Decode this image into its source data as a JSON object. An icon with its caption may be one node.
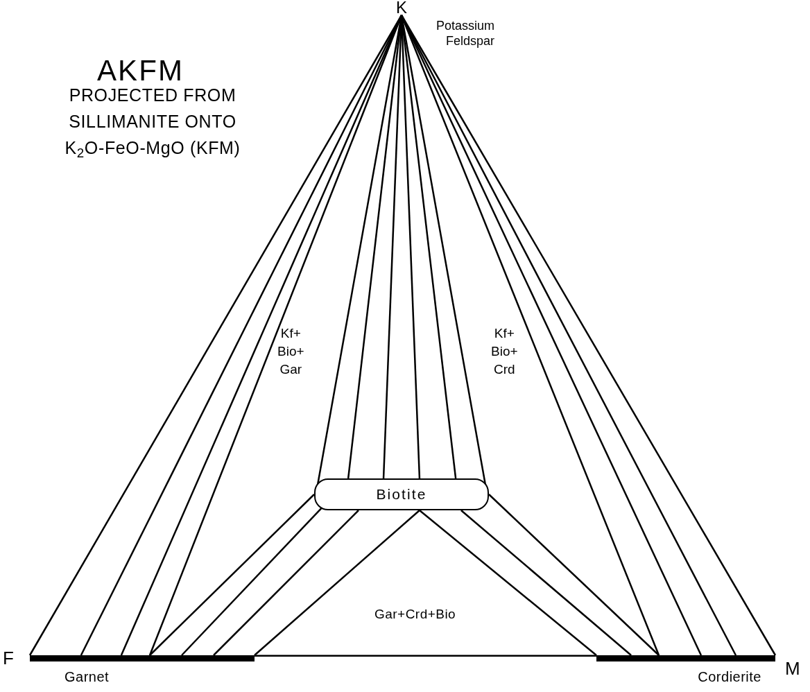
{
  "diagram": {
    "title": "AKFM",
    "nodes": [
      {
        "text": [
          "K"
        ],
        "beside": [
          "Potassium Feldspar"
        ]
      },
      {
        "text": [
          "Biotite"
        ]
      },
      {
        "text": [
          "Garnet"
        ]
      },
      {
        "text": [
          "Cordierite"
        ]
      }
    ],
    "edges": [
      {
        "from": 0,
        "to": 2,
        "arrow": "none"
      },
      {
        "from": 0,
        "to": 2,
        "arrow": "none"
      },
      {
        "from": 0,
        "to": 2,
        "arrow": "none"
      },
      {
        "from": 0,
        "to": 2,
        "arrow": "none"
      },
      {
        "from": 0,
        "to": 1,
        "arrow": "none"
      },
      {
        "from": 0,
        "to": 1,
        "arrow": "none"
      },
      {
        "from": 0,
        "to": 1,
        "arrow": "none"
      },
      {
        "from": 0,
        "to": 1,
        "arrow": "none"
      },
      {
        "from": 0,
        "to": 1,
        "arrow": "none"
      },
      {
        "from": 0,
        "to": 1,
        "arrow": "none"
      },
      {
        "from": 0,
        "to": 3,
        "arrow": "none"
      },
      {
        "from": 0,
        "to": 3,
        "arrow": "none"
      },
      {
        "from": 0,
        "to": 3,
        "arrow": "none"
      },
      {
        "from": 0,
        "to": 3,
        "arrow": "none"
      },
      {
        "from": 1,
        "to": 2,
        "arrow": "none"
      },
      {
        "from": 1,
        "to": 2,
        "arrow": "none"
      },
      {
        "from": 1,
        "to": 2,
        "arrow": "none"
      },
      {
        "from": 1,
        "to": 2,
        "arrow": "none"
      },
      {
        "from": 1,
        "to": 3,
        "arrow": "none"
      },
      {
        "from": 1,
        "to": 3,
        "arrow": "none"
      },
      {
        "from": 1,
        "to": 3,
        "arrow": "none"
      },
      {
        "from": 2,
        "to": 3,
        "arrow": "none"
      }
    ],
    "labels": [
      "PROJECTED FROM SILLIMANITE ONTO K$_{2}$O-FeO-MgO (KFM)",
      "Kf+ Bio+ Gar",
      "Kf+ Bio+ Crd",
      "Gar+Crd+Bio",
      "F",
      "M"
    ]
  }
}
